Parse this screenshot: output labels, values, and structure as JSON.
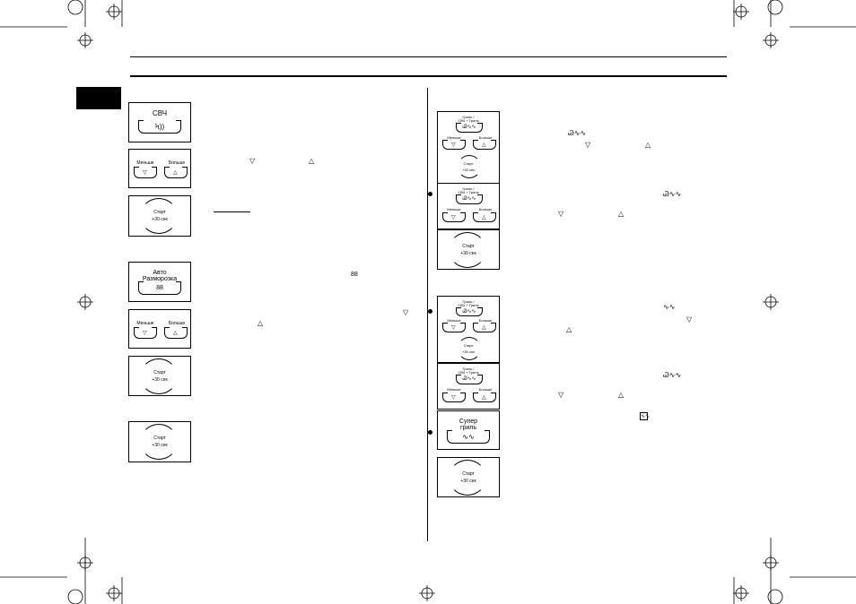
{
  "left_column": {
    "button_labels": {
      "time_wheel_top": "СВЧ",
      "time_wheel_symbol": "Ϟ))",
      "less": "Меньше",
      "more": "Больше",
      "start": "Старт",
      "start_sub": "+30 сек",
      "defrost_top": "Авто",
      "defrost_bottom": "Разморозка",
      "defrost_symbol": "88"
    }
  },
  "right_column": {
    "button_labels": {
      "grill_top": "Гриль /",
      "grill_bottom": "СВЧ + Гриль",
      "grill_symbol": "Ꮚ∿∿",
      "less": "Меньше",
      "more": "Больше",
      "start": "Старт",
      "start_sub": "+30 сек",
      "super_top": "Супер",
      "super_bottom": "гриль",
      "super_symbol": "∿∿"
    },
    "inline_symbols": {
      "grill_combo": "Ꮚ∿∿",
      "grill_only": "∿∿",
      "super_grill": "∿∿"
    }
  },
  "glyphs": {
    "down": "▽",
    "up": "△",
    "defrost_inline": "88"
  }
}
